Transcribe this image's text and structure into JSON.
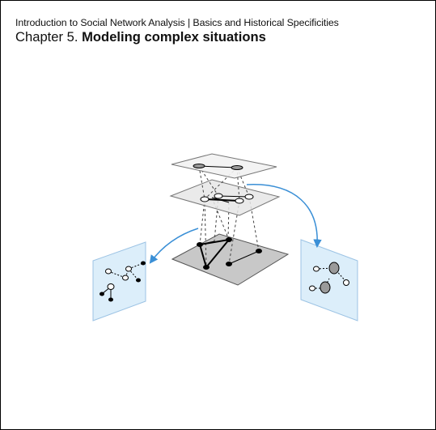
{
  "header": {
    "subtitle": "Introduction to Social Network Analysis | Basics and Historical Specificities",
    "chapter_prefix": "Chapter 5. ",
    "chapter_title": "Modeling complex situations"
  },
  "colors": {
    "frame_border": "#000000",
    "top_layer_fill": "#f2f2f2",
    "middle_layer_fill": "#e6e6e6",
    "bottom_layer_fill": "#c8c8c8",
    "projection_panel_fill": "#dceefa",
    "projection_panel_stroke": "#9cc3e4",
    "arrow_color": "#3a8fd6",
    "node_black": "#000000",
    "node_gray": "#9a9a9a",
    "node_white": "#ffffff"
  },
  "diagram": {
    "layers": [
      "top-layer",
      "middle-layer",
      "bottom-layer"
    ],
    "projections": [
      "left-projection-panel",
      "right-projection-panel"
    ]
  }
}
